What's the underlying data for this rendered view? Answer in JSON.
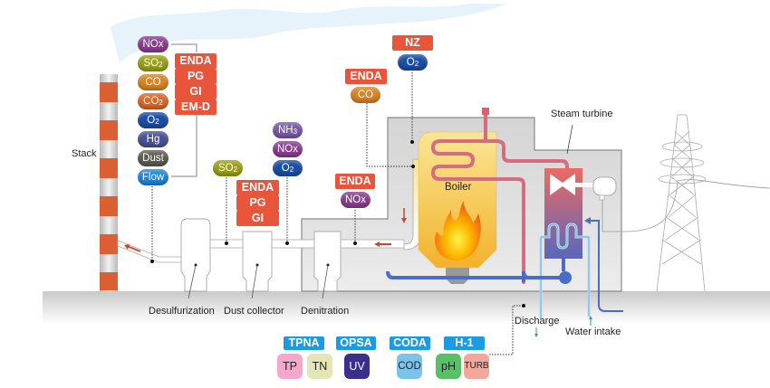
{
  "labels": {
    "stack": "Stack",
    "boiler": "Boiler",
    "steam_turbine": "Steam turbine",
    "desulfurization": "Desulfurization",
    "dust_collector": "Dust collector",
    "denitration": "Denitration",
    "discharge": "Discharge",
    "water_intake": "Water intake"
  },
  "stack_group": {
    "gases": [
      {
        "main": "NOx",
        "sub": "",
        "color": "#8a3f8e"
      },
      {
        "main": "SO",
        "sub": "2",
        "color": "#9aa114"
      },
      {
        "main": "CO",
        "sub": "",
        "color": "#d98425"
      },
      {
        "main": "CO",
        "sub": "2",
        "color": "#d9682a"
      },
      {
        "main": "O",
        "sub": "2",
        "color": "#1c4fa8"
      },
      {
        "main": "Hg",
        "sub": "",
        "color": "#4c5394"
      },
      {
        "main": "Dust",
        "sub": "",
        "color": "#5f5d50"
      },
      {
        "main": "Flow",
        "sub": "",
        "color": "#1f87d6"
      }
    ],
    "analyzers": [
      "ENDA",
      "PG",
      "GI",
      "EM-D"
    ]
  },
  "desulf_inlet": {
    "gas": {
      "main": "SO",
      "sub": "2",
      "color": "#9aa114"
    },
    "analyzers": [
      "ENDA",
      "PG",
      "GI"
    ]
  },
  "denitration_outlet": {
    "gases": [
      {
        "main": "NH",
        "sub": "3",
        "color": "#7a5aa8"
      },
      {
        "main": "NOx",
        "sub": "",
        "color": "#8a3f8e"
      },
      {
        "main": "O",
        "sub": "2",
        "color": "#1c4fa8"
      }
    ]
  },
  "denitration_inlet": {
    "analyzer": "ENDA",
    "gas": {
      "main": "NOx",
      "sub": "",
      "color": "#8a3f8e"
    }
  },
  "boiler_co": {
    "analyzer": "ENDA",
    "gas": {
      "main": "CO",
      "sub": "",
      "color": "#d98425"
    }
  },
  "boiler_o2": {
    "analyzer": "NZ",
    "gas": {
      "main": "O",
      "sub": "2",
      "color": "#1c4fa8"
    }
  },
  "water_quality": {
    "analyzers": [
      {
        "name": "TPNA",
        "params": [
          {
            "label": "TP",
            "color": "#f4a9cc"
          },
          {
            "label": "TN",
            "color": "#e4e6b8"
          }
        ]
      },
      {
        "name": "OPSA",
        "params": [
          {
            "label": "UV",
            "color": "#3b2f8e"
          }
        ]
      },
      {
        "name": "CODA",
        "params": [
          {
            "label": "COD",
            "color": "#7cc3ec"
          }
        ]
      },
      {
        "name": "H-1",
        "params": [
          {
            "label": "pH",
            "color": "#5bbf6a"
          },
          {
            "label": "TURB",
            "color": "#f3a79a"
          }
        ]
      }
    ]
  },
  "colors": {
    "analyzer_tag": "#e8553a",
    "water_tag": "#1c9be0",
    "stack_stripe": "#dc5f34",
    "boiler": "#f7c94a",
    "steam_pipe": "#d46d80",
    "water_pipe": "#4a6cc8"
  }
}
